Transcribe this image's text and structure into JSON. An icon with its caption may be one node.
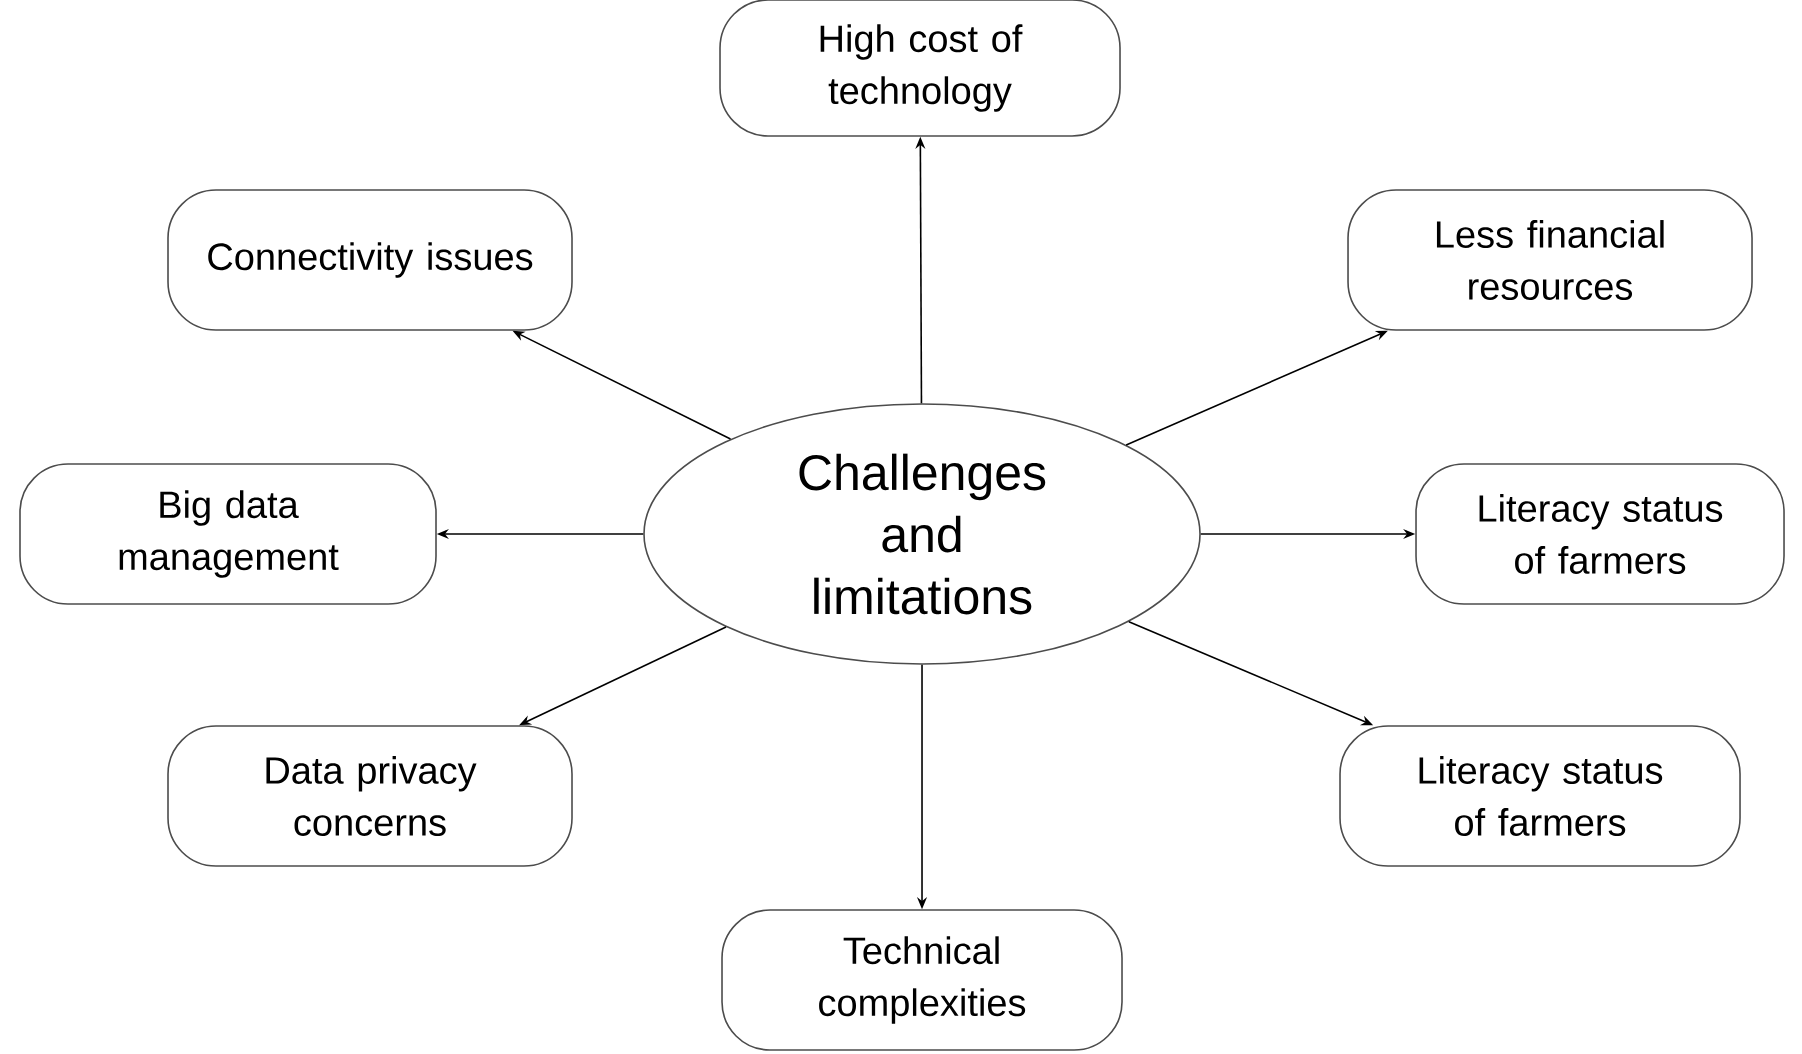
{
  "diagram": {
    "nodes": [
      {
        "text": [
          "Challenges and limitations"
        ]
      },
      {
        "text": [
          "High cost of technology"
        ]
      },
      {
        "text": [
          "Connectivity issues"
        ]
      },
      {
        "text": [
          "Less financial resources"
        ]
      },
      {
        "text": [
          "Big data management"
        ]
      },
      {
        "text": [
          "Literacy status of farmers"
        ]
      },
      {
        "text": [
          "Data privacy concerns"
        ]
      },
      {
        "text": [
          "Literacy status of farmers"
        ]
      },
      {
        "text": [
          "Technical complexities"
        ]
      }
    ],
    "edges": [
      {
        "from": 0,
        "to": 1,
        "arrow": "to"
      },
      {
        "from": 0,
        "to": 2,
        "arrow": "to"
      },
      {
        "from": 0,
        "to": 3,
        "arrow": "to"
      },
      {
        "from": 0,
        "to": 4,
        "arrow": "to"
      },
      {
        "from": 0,
        "to": 5,
        "arrow": "to"
      },
      {
        "from": 0,
        "to": 6,
        "arrow": "to"
      },
      {
        "from": 0,
        "to": 7,
        "arrow": "to"
      },
      {
        "from": 0,
        "to": 8,
        "arrow": "to"
      }
    ]
  }
}
